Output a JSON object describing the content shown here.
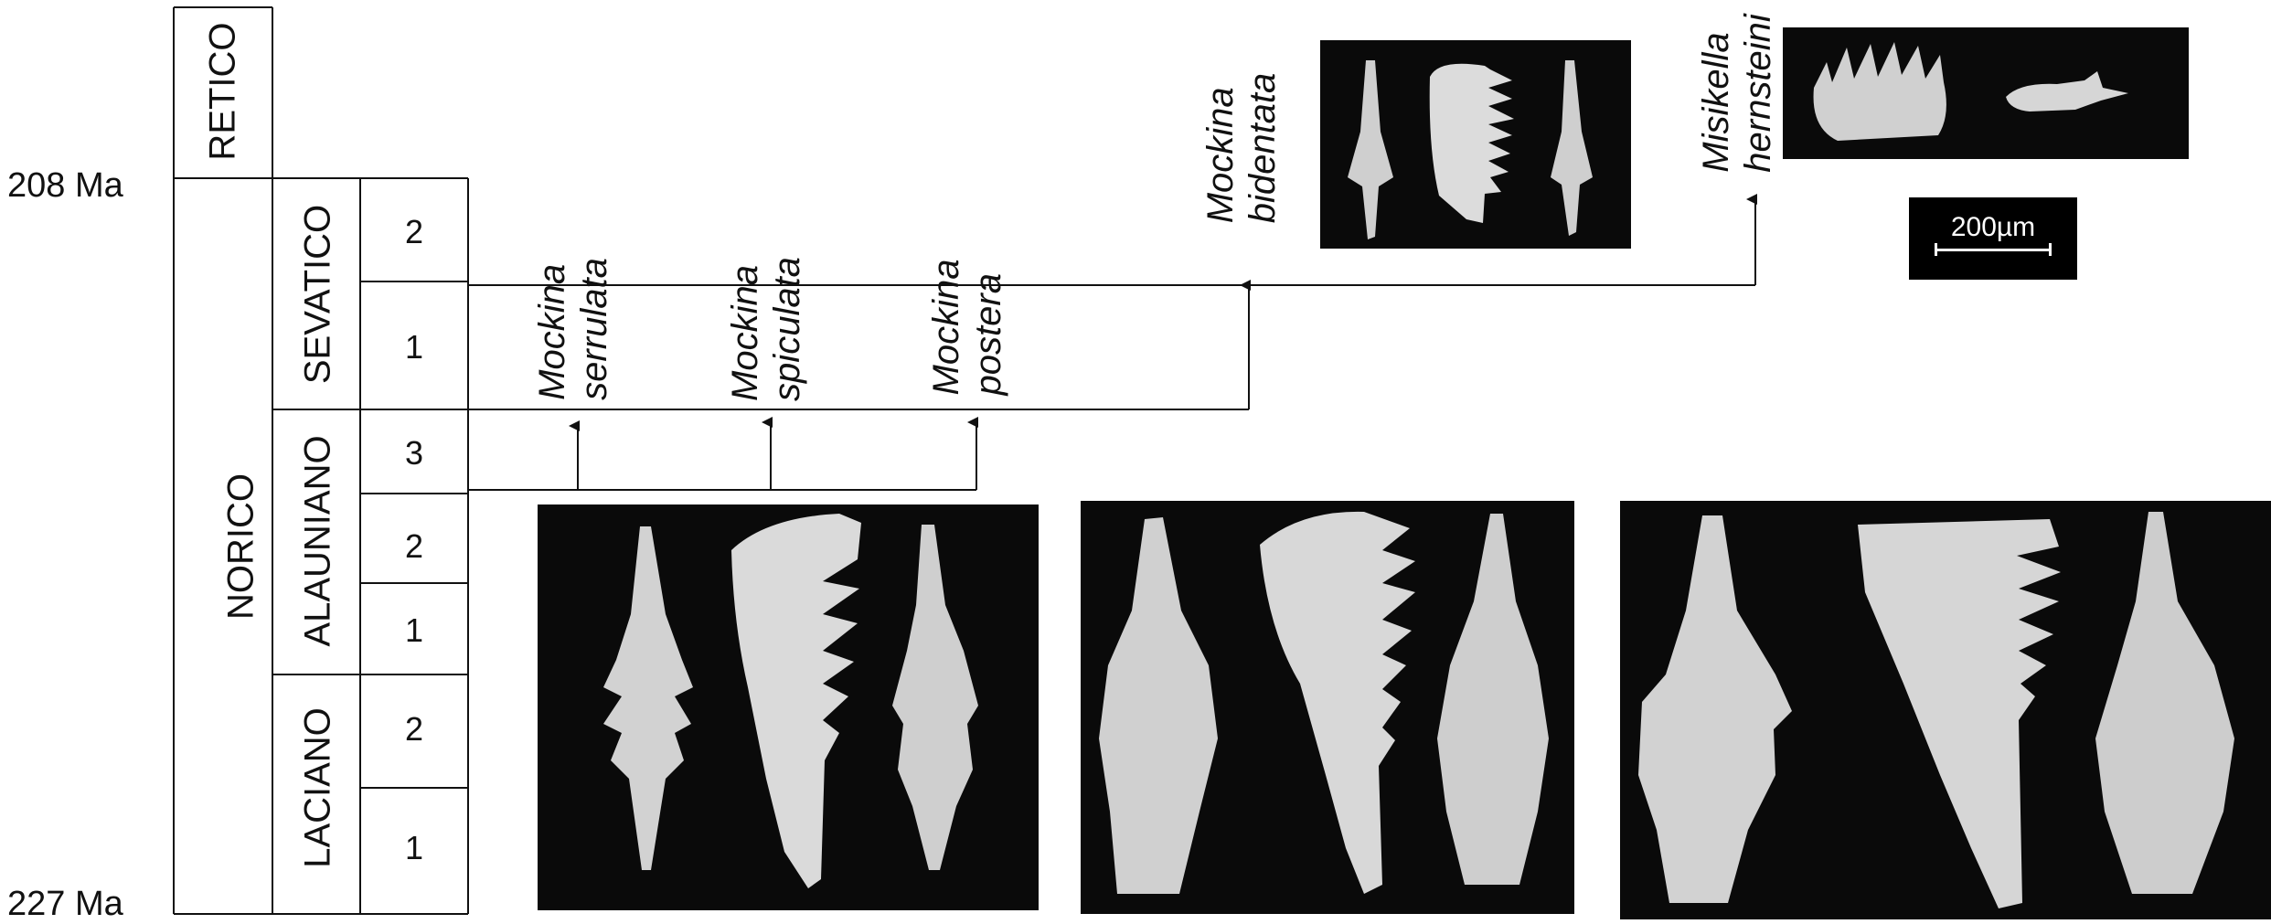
{
  "ages": {
    "top": "208 Ma",
    "bottom": "227 Ma"
  },
  "stages": {
    "retico": "RETICO",
    "norico": "NORICO",
    "sevatico": "SEVATICO",
    "alauniano": "ALAUNIANO",
    "laciano": "LACIANO"
  },
  "substages": {
    "sevatico_2": "2",
    "sevatico_1": "1",
    "alauniano_3": "3",
    "alauniano_2": "2",
    "alauniano_1": "1",
    "laciano_2": "2",
    "laciano_1": "1"
  },
  "species": {
    "serrulata": {
      "genus": "Mockina",
      "name": "serrulata"
    },
    "spiculata": {
      "genus": "Mockina",
      "name": "spiculata"
    },
    "postera": {
      "genus": "Mockina",
      "name": "postera"
    },
    "bidentata": {
      "genus": "Mockina",
      "name": "bidentata"
    },
    "hernsteini": {
      "genus": "Misikella",
      "name": "hernsteini"
    }
  },
  "scale_bar": "200µm",
  "colors": {
    "ink": "#111111",
    "photo_bg": "#0a0a0a",
    "fossil": "#d8d8d8"
  }
}
